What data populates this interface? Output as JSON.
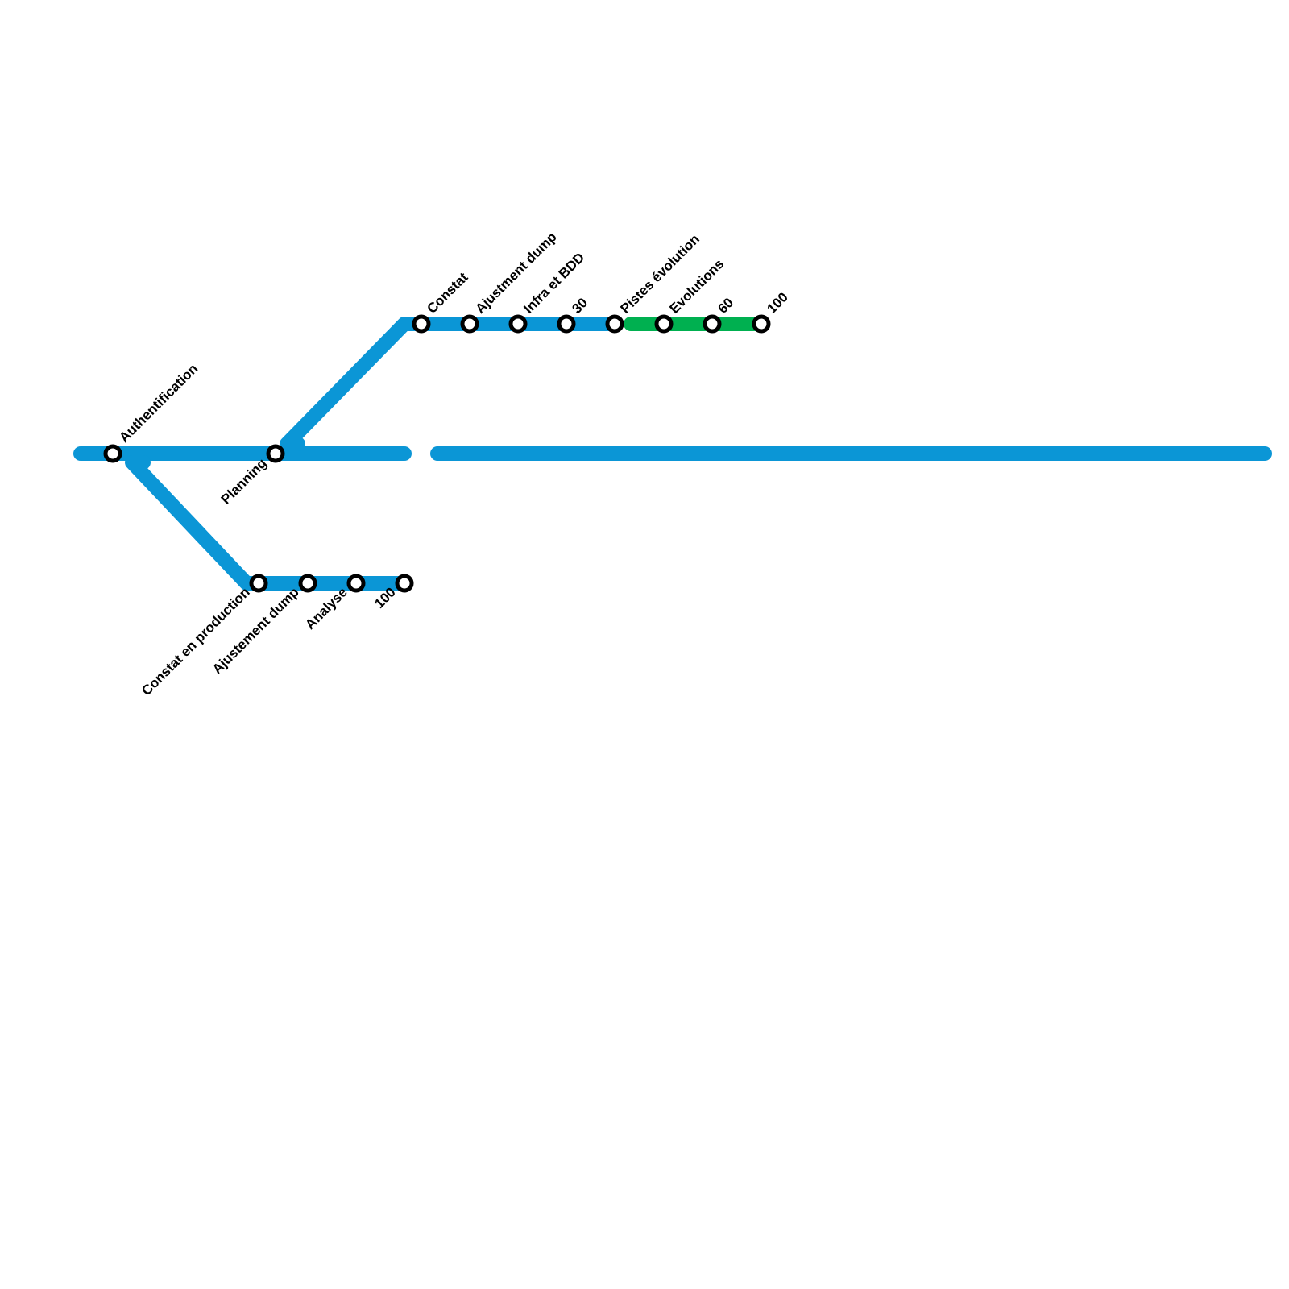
{
  "colors": {
    "blue_line": "#0b96d6",
    "green_line": "#00b050",
    "station_fill": "#ffffff",
    "station_stroke": "#000000",
    "background": "#ffffff"
  },
  "stations": {
    "authentification": "Authentification",
    "planning": "Planning",
    "constat": "Constat",
    "ajustment_dump": "Ajustment dump",
    "infra_bdd": "Infra et BDD",
    "top_30": "30",
    "pistes_evolution": "Pistes évolution",
    "evolutions": "Evolutions",
    "top_60": "60",
    "top_100": "100",
    "constat_production": "Constat en production",
    "ajustement_dump": "Ajustement dump",
    "analyse": "Analyse",
    "bottom_100": "100"
  }
}
